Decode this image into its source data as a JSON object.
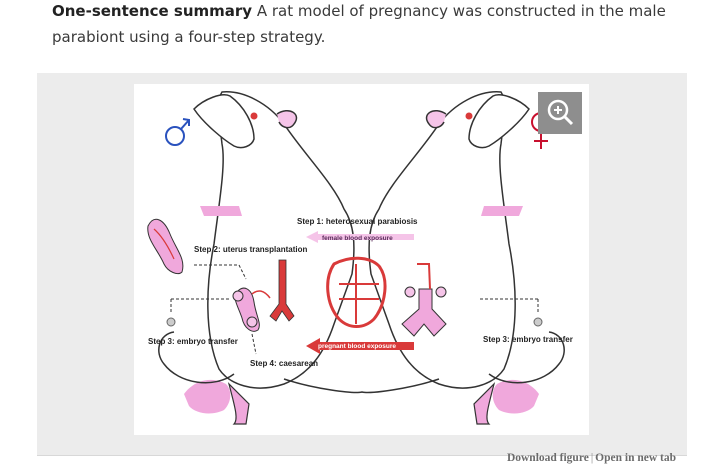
{
  "summary": {
    "label": "One-sentence summary",
    "text": " A rat model of pregnancy was constructed in the male parabiont using a four-step strategy."
  },
  "figure": {
    "male_symbol": "♂",
    "female_symbol": "♀",
    "step1": "Step 1: heterosexual parabiosis",
    "female_blood": "female blood exposure",
    "step2": "Step 2: uterus transplantation",
    "step3_left": "Step 3: embryo transfer",
    "step3_right": "Step 3: embryo transfer",
    "pregnant_blood": "pregnant blood exposure",
    "step4": "Step 4: caesarean",
    "colors": {
      "pink": "#f0a8dc",
      "red": "#d93a3a",
      "male": "#2a52be",
      "female": "#c8102e"
    }
  },
  "zoom": {
    "icon": "zoom-in-icon"
  },
  "links": {
    "download": "Download figure",
    "separator": "|",
    "open": "Open in new tab"
  }
}
